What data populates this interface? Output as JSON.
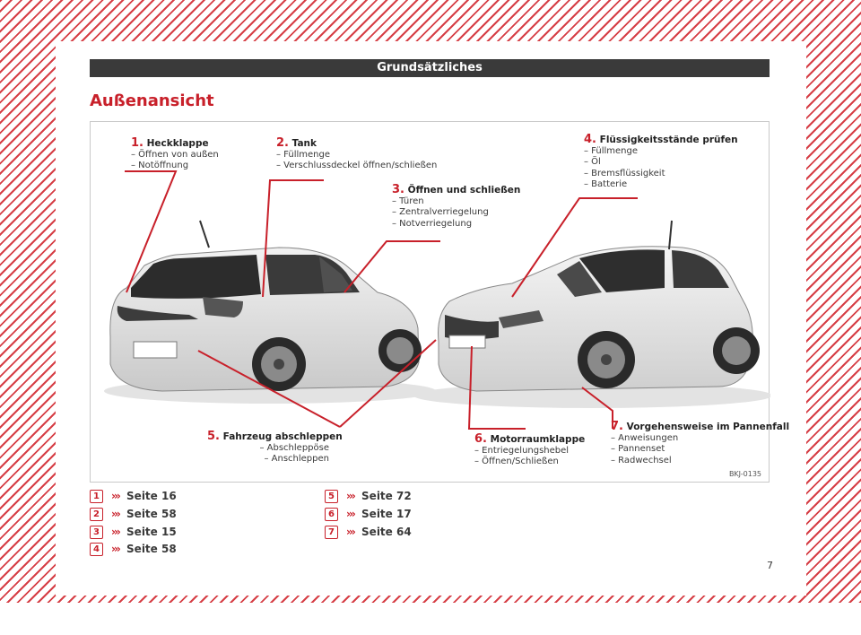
{
  "header": {
    "section_title": "Grundsätzliches"
  },
  "page_title": "Außenansicht",
  "figure": {
    "code": "BKJ-0135",
    "callouts": [
      {
        "num": "1.",
        "title": "Heckklappe",
        "items": [
          "– Öffnen von außen",
          "– Notöffnung"
        ]
      },
      {
        "num": "2.",
        "title": "Tank",
        "items": [
          "– Füllmenge",
          "– Verschlussdeckel öffnen/schließen"
        ]
      },
      {
        "num": "3.",
        "title": "Öffnen und schließen",
        "items": [
          "– Türen",
          "– Zentralverriegelung",
          "– Notverriegelung"
        ]
      },
      {
        "num": "4.",
        "title": "Flüssigkeitsstände prüfen",
        "items": [
          "– Füllmenge",
          "– Öl",
          "– Bremsflüssigkeit",
          "– Batterie"
        ]
      },
      {
        "num": "5.",
        "title": "Fahrzeug abschleppen",
        "items": [
          "– Abschleppöse",
          "– Anschleppen"
        ]
      },
      {
        "num": "6.",
        "title": "Motorraumklappe",
        "items": [
          "– Entriegelungshebel",
          "– Öffnen/Schließen"
        ]
      },
      {
        "num": "7.",
        "title": "Vorgehensweise im Pannenfall",
        "items": [
          "– Anweisungen",
          "– Pannenset",
          "– Radwechsel"
        ]
      }
    ]
  },
  "references": [
    {
      "badge": "1",
      "arrow": "›››",
      "text": "Seite 16"
    },
    {
      "badge": "2",
      "arrow": "›››",
      "text": "Seite 58"
    },
    {
      "badge": "3",
      "arrow": "›››",
      "text": "Seite 15"
    },
    {
      "badge": "4",
      "arrow": "›››",
      "text": "Seite 58"
    },
    {
      "badge": "5",
      "arrow": "›››",
      "text": "Seite 72"
    },
    {
      "badge": "6",
      "arrow": "›››",
      "text": "Seite 17"
    },
    {
      "badge": "7",
      "arrow": "›››",
      "text": "Seite 64"
    }
  ],
  "page_number": "7",
  "colors": {
    "accent": "#c8202a",
    "stripe": "#d63e45",
    "header_bar": "#3a3a3a"
  }
}
